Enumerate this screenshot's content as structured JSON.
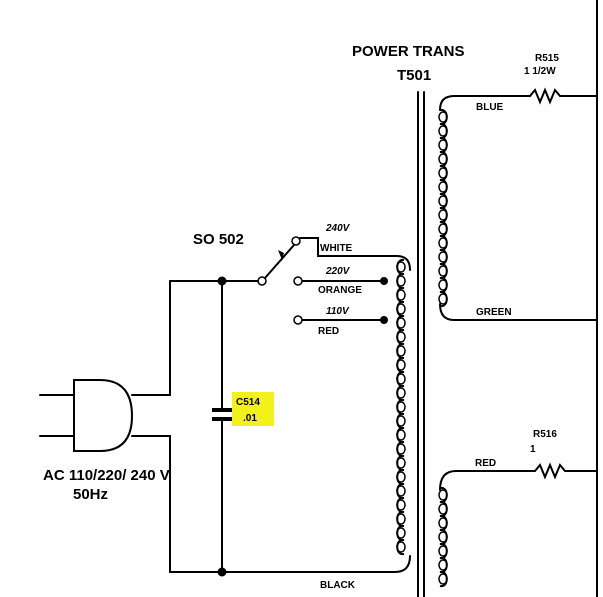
{
  "transformer": {
    "title_line1": "POWER TRANS",
    "title_line2": "T501"
  },
  "socket": {
    "label": "SO 502"
  },
  "taps": [
    {
      "voltage": "240V",
      "color": "WHITE"
    },
    {
      "voltage": "220V",
      "color": "ORANGE"
    },
    {
      "voltage": "110V",
      "color": "RED"
    }
  ],
  "primary_return": {
    "color": "BLACK"
  },
  "secondary": {
    "upper_top_wire": "BLUE",
    "upper_bottom_wire": "GREEN",
    "lower_top_wire": "RED"
  },
  "resistors": [
    {
      "ref": "R515",
      "value": "1 1/2W"
    },
    {
      "ref": "R516",
      "value": "1"
    }
  ],
  "capacitor": {
    "ref": "C514",
    "value": ".01",
    "highlight": "#f2f21a"
  },
  "ac_input": {
    "line1": "AC 110/220/ 240  V",
    "line2": "50Hz"
  }
}
